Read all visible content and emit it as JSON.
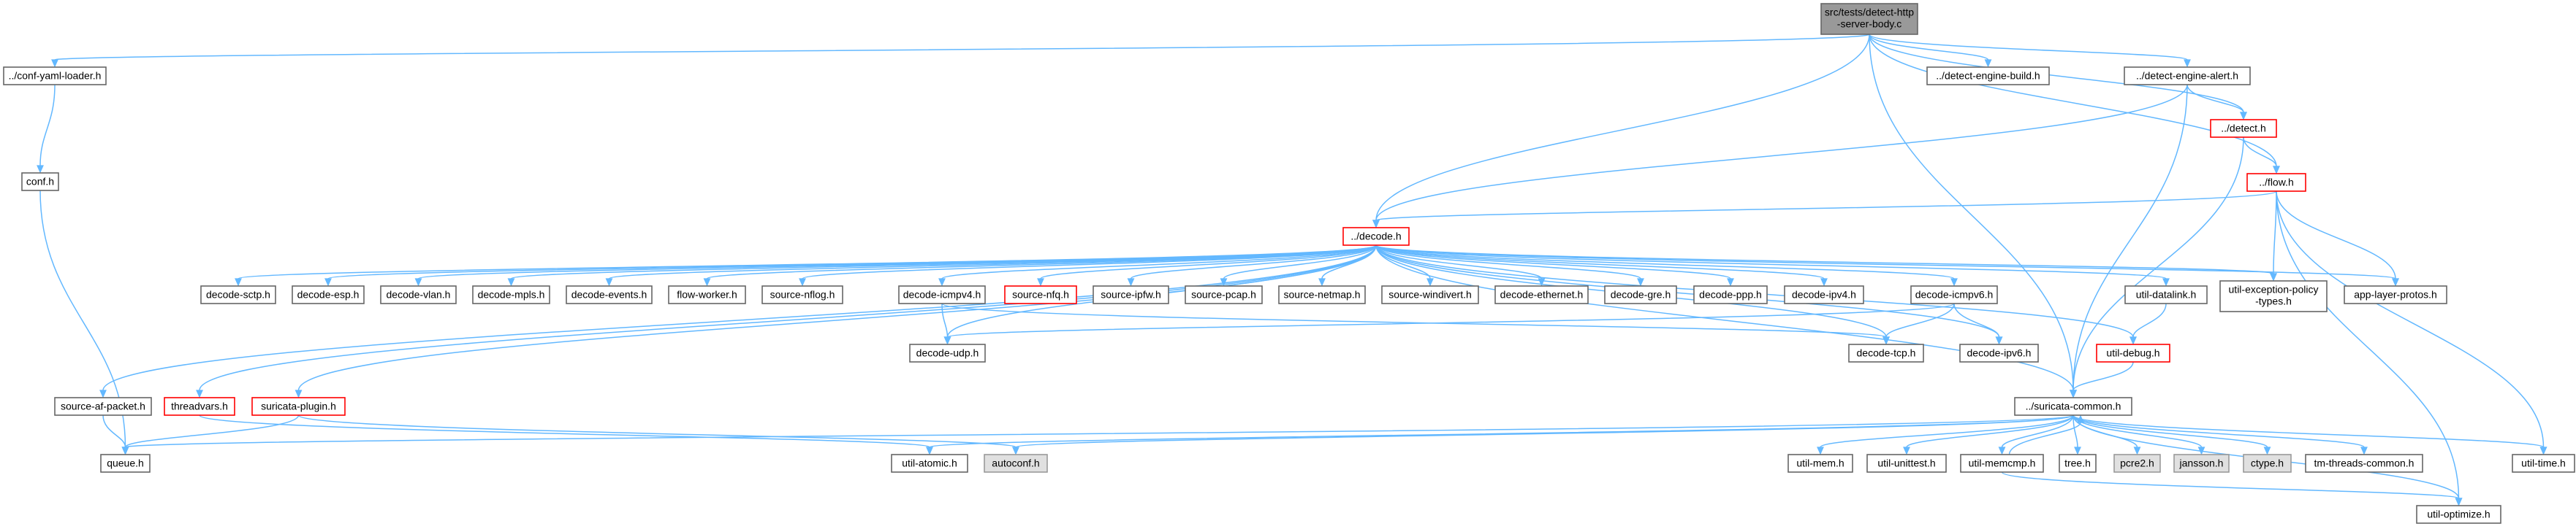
{
  "colors": {
    "edge": "#63b8ff",
    "root_fill": "#999999",
    "root_border": "#666666",
    "normal_fill": "#ffffff",
    "normal_border": "#666666",
    "missing_fill": "#ffffff",
    "missing_border": "#ff0000",
    "system_fill": "#e0e0e0",
    "system_border": "#999999"
  },
  "nodes": [
    {
      "id": "root",
      "label": "src/tests/detect-http-server-body.c",
      "lines": [
        "src/tests/detect-http",
        "-server-body.c"
      ],
      "kind": "root"
    },
    {
      "id": "conf_yaml_loader",
      "label": "../conf-yaml-loader.h",
      "kind": "normal"
    },
    {
      "id": "detect_engine_build",
      "label": "../detect-engine-build.h",
      "kind": "normal"
    },
    {
      "id": "detect_engine_alert",
      "label": "../detect-engine-alert.h",
      "kind": "normal"
    },
    {
      "id": "conf",
      "label": "conf.h",
      "kind": "normal"
    },
    {
      "id": "detect",
      "label": "../detect.h",
      "kind": "missing"
    },
    {
      "id": "flow",
      "label": "../flow.h",
      "kind": "missing"
    },
    {
      "id": "decode",
      "label": "../decode.h",
      "kind": "missing"
    },
    {
      "id": "decode_sctp",
      "label": "decode-sctp.h",
      "kind": "normal"
    },
    {
      "id": "decode_esp",
      "label": "decode-esp.h",
      "kind": "normal"
    },
    {
      "id": "decode_vlan",
      "label": "decode-vlan.h",
      "kind": "normal"
    },
    {
      "id": "decode_mpls",
      "label": "decode-mpls.h",
      "kind": "normal"
    },
    {
      "id": "decode_events",
      "label": "decode-events.h",
      "kind": "normal"
    },
    {
      "id": "flow_worker",
      "label": "flow-worker.h",
      "kind": "normal"
    },
    {
      "id": "source_nflog",
      "label": "source-nflog.h",
      "kind": "normal"
    },
    {
      "id": "decode_icmpv4",
      "label": "decode-icmpv4.h",
      "kind": "normal"
    },
    {
      "id": "source_nfq",
      "label": "source-nfq.h",
      "kind": "missing"
    },
    {
      "id": "source_ipfw",
      "label": "source-ipfw.h",
      "kind": "normal"
    },
    {
      "id": "source_pcap",
      "label": "source-pcap.h",
      "kind": "normal"
    },
    {
      "id": "source_netmap",
      "label": "source-netmap.h",
      "kind": "normal"
    },
    {
      "id": "source_windivert",
      "label": "source-windivert.h",
      "kind": "normal"
    },
    {
      "id": "decode_ethernet",
      "label": "decode-ethernet.h",
      "kind": "normal"
    },
    {
      "id": "decode_gre",
      "label": "decode-gre.h",
      "kind": "normal"
    },
    {
      "id": "decode_ppp",
      "label": "decode-ppp.h",
      "kind": "normal"
    },
    {
      "id": "decode_ipv4",
      "label": "decode-ipv4.h",
      "kind": "normal"
    },
    {
      "id": "decode_icmpv6",
      "label": "decode-icmpv6.h",
      "kind": "normal"
    },
    {
      "id": "util_datalink",
      "label": "util-datalink.h",
      "kind": "normal"
    },
    {
      "id": "util_exception",
      "label": "util-exception-policy-types.h",
      "lines": [
        "util-exception-policy",
        "-types.h"
      ],
      "kind": "normal"
    },
    {
      "id": "app_layer_protos",
      "label": "app-layer-protos.h",
      "kind": "normal"
    },
    {
      "id": "decode_udp",
      "label": "decode-udp.h",
      "kind": "normal"
    },
    {
      "id": "decode_tcp",
      "label": "decode-tcp.h",
      "kind": "normal"
    },
    {
      "id": "decode_ipv6",
      "label": "decode-ipv6.h",
      "kind": "normal"
    },
    {
      "id": "util_debug",
      "label": "util-debug.h",
      "kind": "missing"
    },
    {
      "id": "source_af_packet",
      "label": "source-af-packet.h",
      "kind": "normal"
    },
    {
      "id": "threadvars",
      "label": "threadvars.h",
      "kind": "missing"
    },
    {
      "id": "suricata_plugin",
      "label": "suricata-plugin.h",
      "kind": "missing"
    },
    {
      "id": "suricata_common",
      "label": "../suricata-common.h",
      "kind": "normal"
    },
    {
      "id": "queue",
      "label": "queue.h",
      "kind": "normal"
    },
    {
      "id": "util_atomic",
      "label": "util-atomic.h",
      "kind": "normal"
    },
    {
      "id": "autoconf",
      "label": "autoconf.h",
      "kind": "system"
    },
    {
      "id": "util_mem",
      "label": "util-mem.h",
      "kind": "normal"
    },
    {
      "id": "util_unittest",
      "label": "util-unittest.h",
      "kind": "normal"
    },
    {
      "id": "util_memcmp",
      "label": "util-memcmp.h",
      "kind": "normal"
    },
    {
      "id": "tree",
      "label": "tree.h",
      "kind": "normal"
    },
    {
      "id": "pcre2",
      "label": "pcre2.h",
      "kind": "system"
    },
    {
      "id": "jansson",
      "label": "jansson.h",
      "kind": "system"
    },
    {
      "id": "ctype",
      "label": "ctype.h",
      "kind": "system"
    },
    {
      "id": "tm_threads_common",
      "label": "tm-threads-common.h",
      "kind": "normal"
    },
    {
      "id": "util_time",
      "label": "util-time.h",
      "kind": "normal"
    },
    {
      "id": "util_optimize",
      "label": "util-optimize.h",
      "kind": "normal"
    }
  ],
  "edges": [
    [
      "root",
      "conf_yaml_loader"
    ],
    [
      "root",
      "detect_engine_build"
    ],
    [
      "root",
      "detect_engine_alert"
    ],
    [
      "root",
      "detect"
    ],
    [
      "root",
      "flow"
    ],
    [
      "root",
      "decode"
    ],
    [
      "root",
      "suricata_common"
    ],
    [
      "conf_yaml_loader",
      "conf"
    ],
    [
      "conf",
      "queue"
    ],
    [
      "detect_engine_alert",
      "detect"
    ],
    [
      "detect_engine_alert",
      "decode"
    ],
    [
      "detect_engine_alert",
      "suricata_common"
    ],
    [
      "detect",
      "flow"
    ],
    [
      "detect",
      "suricata_common"
    ],
    [
      "flow",
      "decode"
    ],
    [
      "flow",
      "util_exception"
    ],
    [
      "flow",
      "app_layer_protos"
    ],
    [
      "flow",
      "util_time"
    ],
    [
      "flow",
      "util_optimize"
    ],
    [
      "decode",
      "decode_sctp"
    ],
    [
      "decode",
      "decode_esp"
    ],
    [
      "decode",
      "decode_vlan"
    ],
    [
      "decode",
      "decode_mpls"
    ],
    [
      "decode",
      "decode_events"
    ],
    [
      "decode",
      "flow_worker"
    ],
    [
      "decode",
      "source_nflog"
    ],
    [
      "decode",
      "decode_icmpv4"
    ],
    [
      "decode",
      "source_nfq"
    ],
    [
      "decode",
      "source_ipfw"
    ],
    [
      "decode",
      "source_pcap"
    ],
    [
      "decode",
      "source_netmap"
    ],
    [
      "decode",
      "source_windivert"
    ],
    [
      "decode",
      "decode_ethernet"
    ],
    [
      "decode",
      "decode_gre"
    ],
    [
      "decode",
      "decode_ppp"
    ],
    [
      "decode",
      "decode_ipv4"
    ],
    [
      "decode",
      "decode_icmpv6"
    ],
    [
      "decode",
      "util_datalink"
    ],
    [
      "decode",
      "util_exception"
    ],
    [
      "decode",
      "app_layer_protos"
    ],
    [
      "decode",
      "decode_udp"
    ],
    [
      "decode",
      "decode_tcp"
    ],
    [
      "decode",
      "decode_ipv6"
    ],
    [
      "decode",
      "util_debug"
    ],
    [
      "decode",
      "source_af_packet"
    ],
    [
      "decode",
      "threadvars"
    ],
    [
      "decode",
      "suricata_plugin"
    ],
    [
      "decode",
      "suricata_common"
    ],
    [
      "decode_icmpv4",
      "decode_udp"
    ],
    [
      "decode_icmpv4",
      "decode_tcp"
    ],
    [
      "decode_icmpv6",
      "decode_udp"
    ],
    [
      "decode_icmpv6",
      "decode_tcp"
    ],
    [
      "decode_icmpv6",
      "decode_ipv6"
    ],
    [
      "util_datalink",
      "util_debug"
    ],
    [
      "util_debug",
      "suricata_common"
    ],
    [
      "source_af_packet",
      "queue"
    ],
    [
      "suricata_plugin",
      "queue"
    ],
    [
      "suricata_plugin",
      "autoconf"
    ],
    [
      "threadvars",
      "util_atomic"
    ],
    [
      "suricata_common",
      "queue"
    ],
    [
      "suricata_common",
      "util_atomic"
    ],
    [
      "suricata_common",
      "autoconf"
    ],
    [
      "suricata_common",
      "util_mem"
    ],
    [
      "suricata_common",
      "util_unittest"
    ],
    [
      "suricata_common",
      "util_memcmp"
    ],
    [
      "suricata_common",
      "tree"
    ],
    [
      "suricata_common",
      "pcre2"
    ],
    [
      "suricata_common",
      "jansson"
    ],
    [
      "suricata_common",
      "ctype"
    ],
    [
      "suricata_common",
      "tm_threads_common"
    ],
    [
      "suricata_common",
      "util_time"
    ],
    [
      "suricata_common",
      "util_optimize"
    ],
    [
      "util_memcmp",
      "suricata_common"
    ],
    [
      "util_memcmp",
      "util_optimize"
    ]
  ]
}
